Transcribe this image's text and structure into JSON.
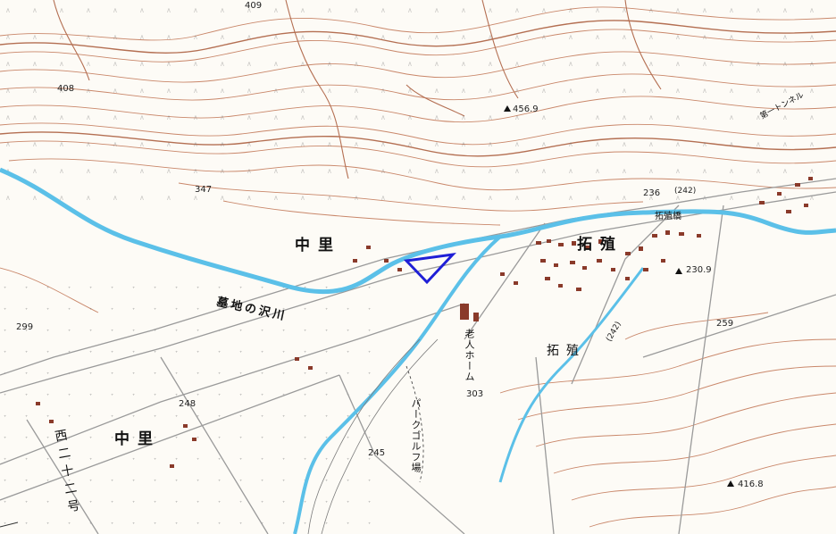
{
  "map": {
    "places": {
      "nakasato_north": "中里",
      "nakasato_south": "中里",
      "takushoku_main": "拓殖",
      "takushoku_small": "拓殖",
      "bridge": "拓殖橋",
      "river": "墓地の沢川",
      "nursing_home": "老人ホーム",
      "park_golf": "パークゴルフ場",
      "road_west": "西二十二号",
      "tunnel": "第一トンネル"
    },
    "elevations": {
      "e409": "409",
      "e408": "408",
      "e456": "456.9",
      "e347": "347",
      "e236": "236",
      "e230": "230.9",
      "e299": "299",
      "e259": "259",
      "e303": "303",
      "e248": "248",
      "e245": "245",
      "e416": "416.8"
    },
    "routes": {
      "r242_top": "(242)",
      "r242_mid": "(242)"
    },
    "colors": {
      "contour": "#c9876a",
      "index_contour": "#b46f52",
      "river": "#5bc0e8",
      "road": "#9a9a9a",
      "building": "#8a3a2a",
      "marker": "#1f1fd6",
      "background": "#fdfbf6"
    }
  }
}
